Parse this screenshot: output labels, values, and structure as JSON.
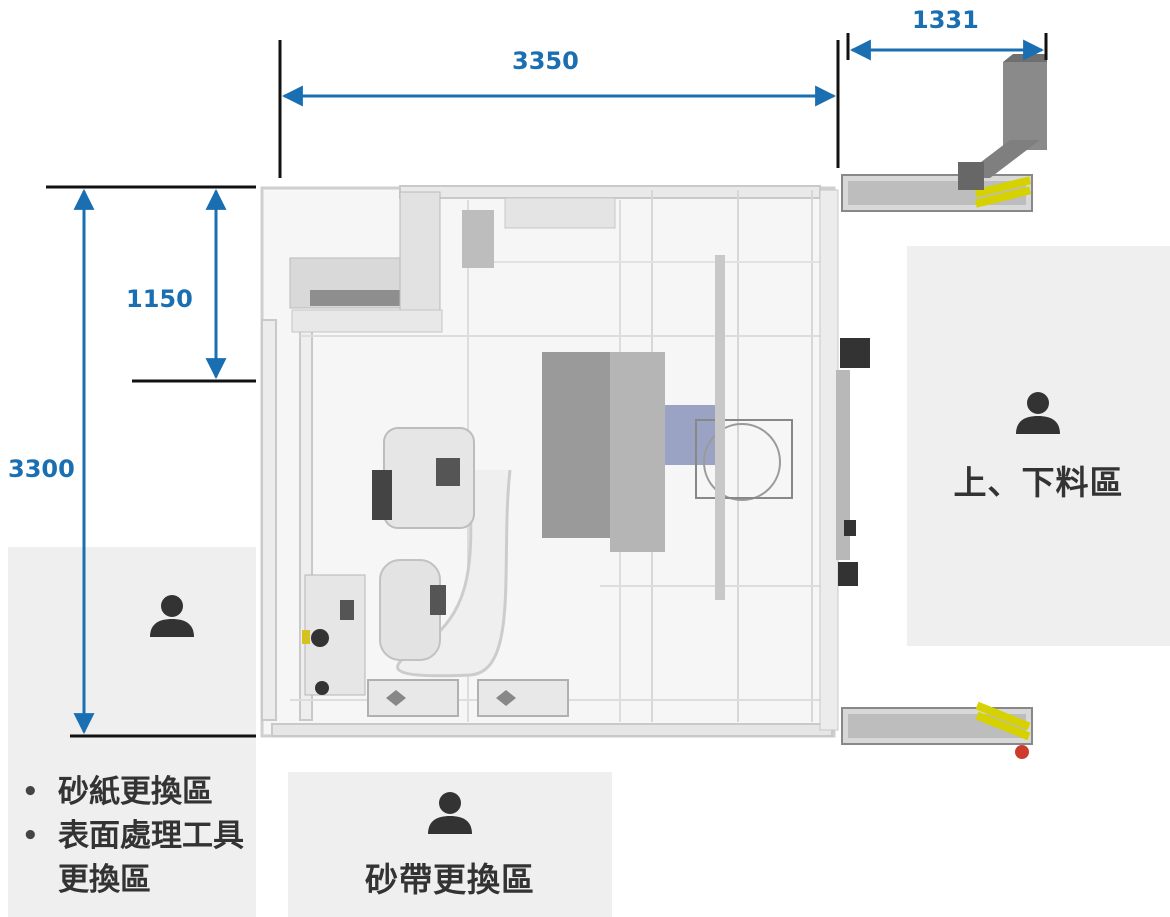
{
  "dimensions": {
    "width_3350": "3350",
    "width_1331": "1331",
    "height_3300": "3300",
    "height_1150": "1150"
  },
  "zones": {
    "loading": {
      "label": "上、下料區",
      "icon": "person-icon"
    },
    "belt_change": {
      "label": "砂帶更換區",
      "icon": "person-icon"
    },
    "sandpaper": {
      "icon": "person-icon",
      "items": [
        "砂紙更換區",
        "表面處理工具更換區"
      ]
    }
  },
  "colors": {
    "dimension": "#1a6fb3",
    "zone_background": "#efefef",
    "text": "#333333"
  }
}
